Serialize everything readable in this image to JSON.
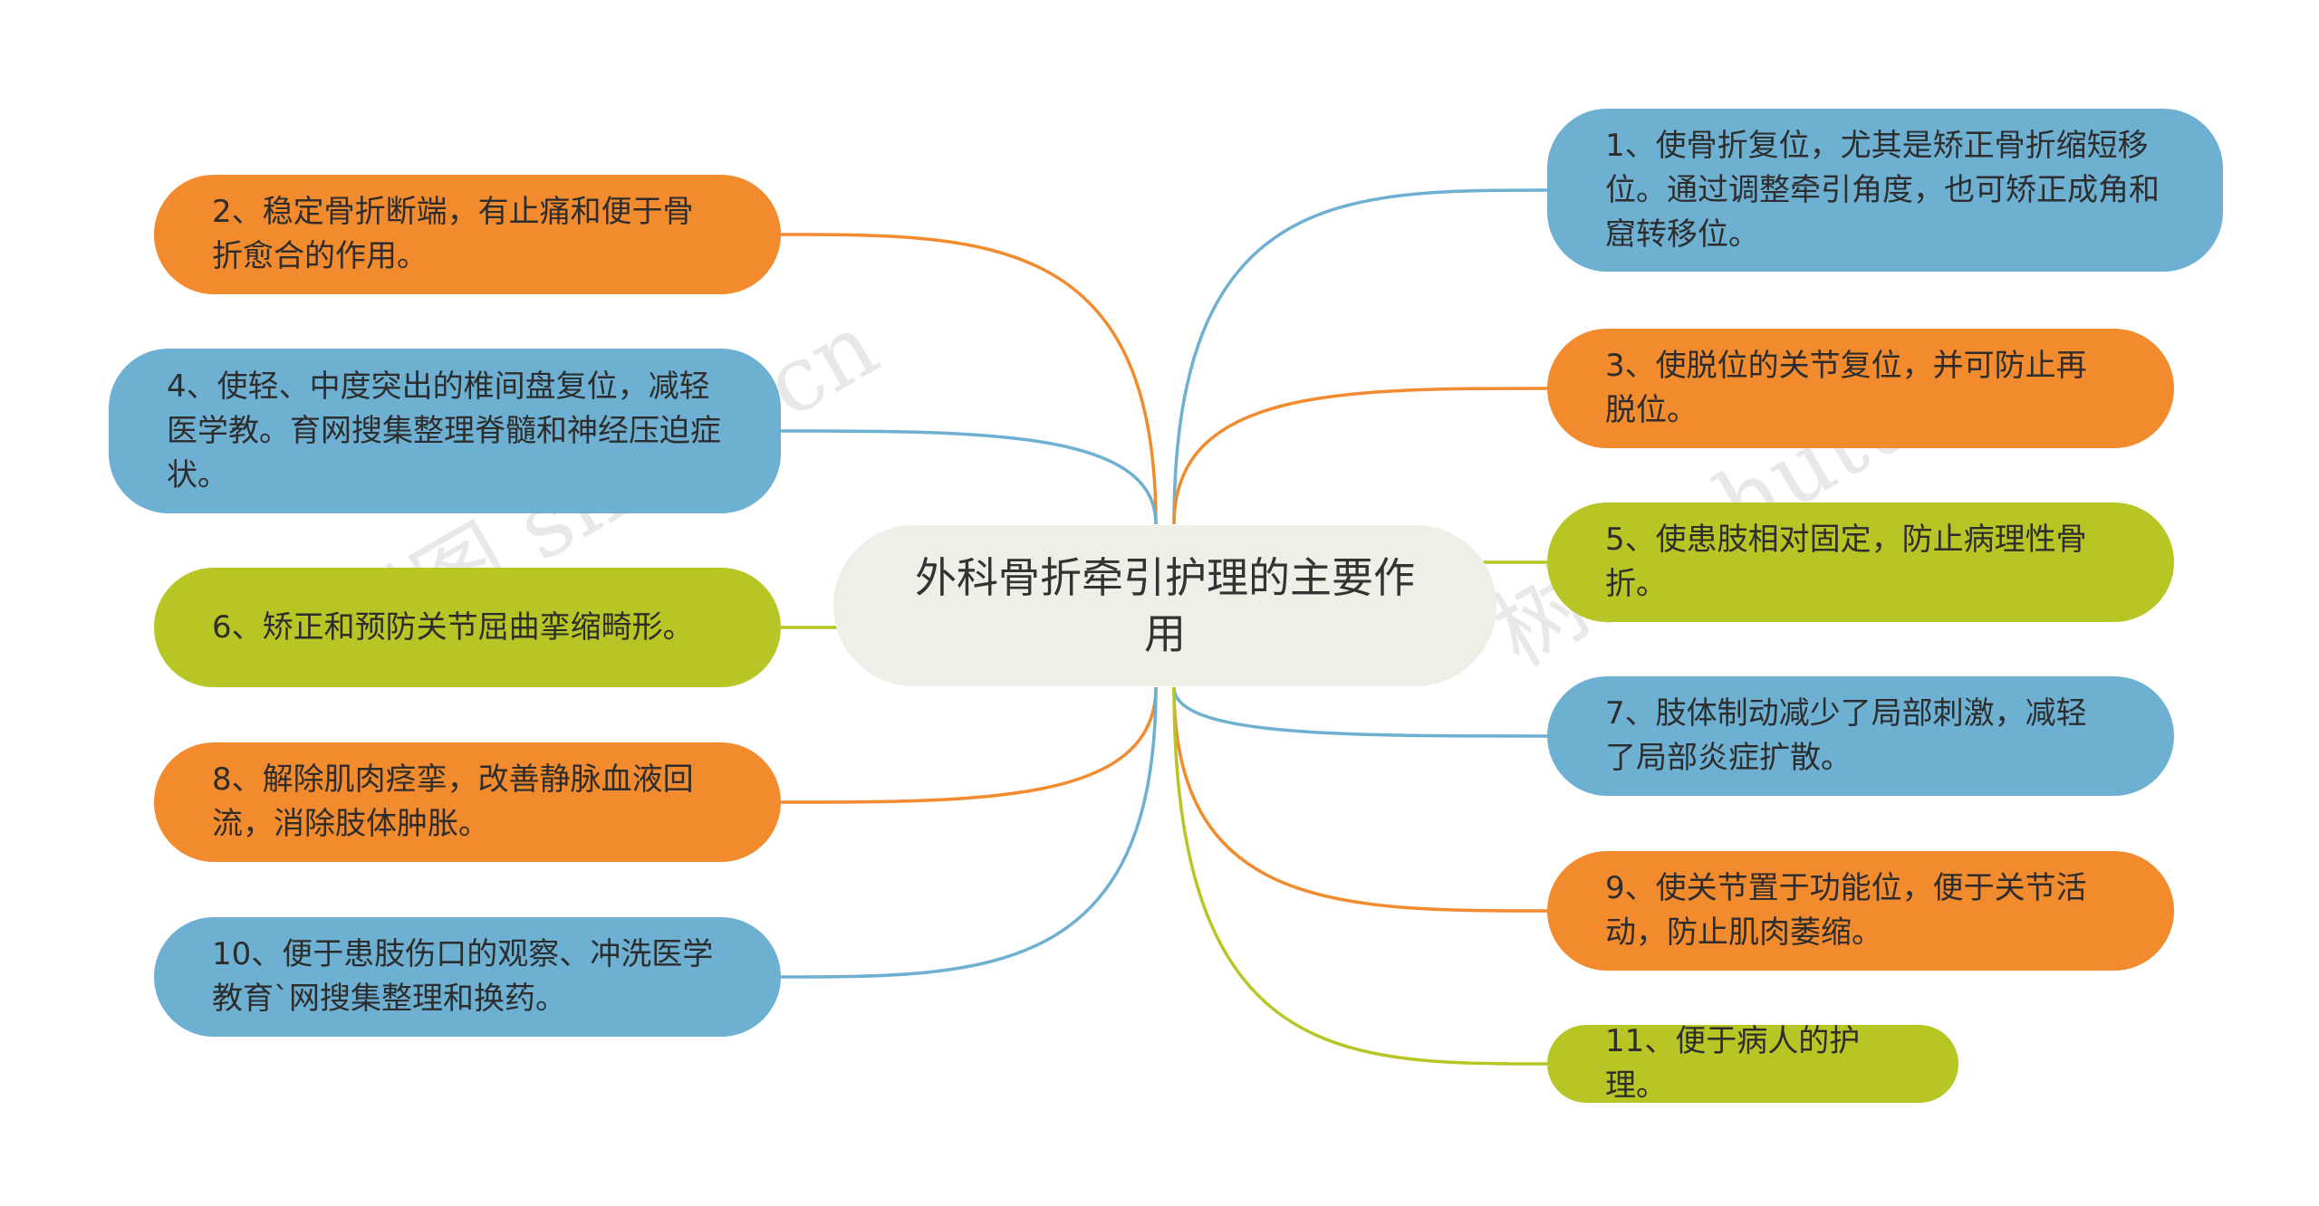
{
  "central": {
    "title": "外科骨折牵引护理的主要作用"
  },
  "watermark": "树图 shutu.cn",
  "colors": {
    "orange": "#f28a2e",
    "blue": "#6db0d2",
    "green": "#b7c624",
    "center": "#efefe7"
  },
  "nodes": [
    {
      "text": "1、使骨折复位，尤其是矫正骨折缩短移位。通过调整牵引角度，也可矫正成角和窟转移位。",
      "color": "blue",
      "side": "right"
    },
    {
      "text": "2、稳定骨折断端，有止痛和便于骨折愈合的作用。",
      "color": "orange",
      "side": "left"
    },
    {
      "text": "3、使脱位的关节复位，并可防止再脱位。",
      "color": "orange",
      "side": "right"
    },
    {
      "text": "4、使轻、中度突出的椎间盘复位，减轻医学教。育网搜集整理脊髓和神经压迫症状。",
      "color": "blue",
      "side": "left"
    },
    {
      "text": "5、使患肢相对固定，防止病理性骨折。",
      "color": "green",
      "side": "right"
    },
    {
      "text": "6、矫正和预防关节屈曲挛缩畸形。",
      "color": "green",
      "side": "left"
    },
    {
      "text": "7、肢体制动减少了局部刺激，减轻了局部炎症扩散。",
      "color": "blue",
      "side": "right"
    },
    {
      "text": "8、解除肌肉痉挛，改善静脉血液回流，消除肢体肿胀。",
      "color": "orange",
      "side": "left"
    },
    {
      "text": "9、使关节置于功能位，便于关节活动，防止肌肉萎缩。",
      "color": "orange",
      "side": "right"
    },
    {
      "text": "10、便于患肢伤口的观察、冲洗医学教育`网搜集整理和换药。",
      "color": "blue",
      "side": "left"
    },
    {
      "text": "11、便于病人的护理。",
      "color": "green",
      "side": "right"
    }
  ]
}
